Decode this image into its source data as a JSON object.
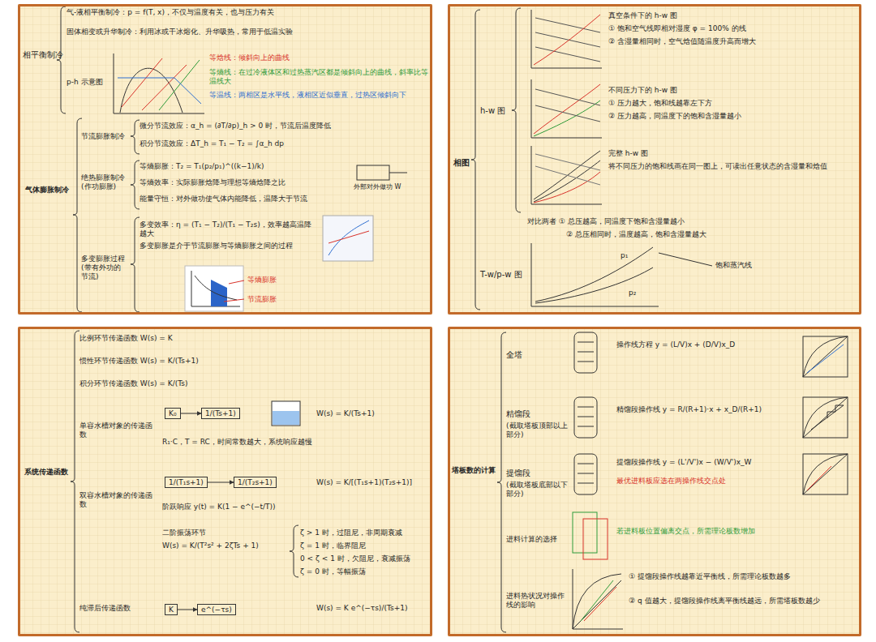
{
  "diagram": {
    "nodes": [
      {
        "text": [
          "气体膨胀制冷"
        ]
      },
      {
        "text": [
          "相图"
        ]
      },
      {
        "text": [
          "系统传递函数"
        ]
      },
      {
        "text": [
          "塔板数的计算"
        ]
      },
      {
        "text": [
          "K₀"
        ],
        "in": 2
      },
      {
        "text": [
          "1/(Ts+1)"
        ],
        "in": 2
      },
      {
        "text": [
          "1/(T₁s+1)"
        ],
        "in": 2
      },
      {
        "text": [
          "1/(T₂s+1)"
        ],
        "in": 2
      },
      {
        "text": [
          "K"
        ],
        "in": 2
      },
      {
        "text": [
          "e^(−τs)"
        ],
        "in": 2
      }
    ],
    "edges": [
      {
        "from": 4,
        "to": 5,
        "arrow": "to"
      },
      {
        "from": 6,
        "to": 7,
        "arrow": "to"
      },
      {
        "from": 8,
        "to": 9,
        "arrow": "to"
      }
    ],
    "labels": [
      "相平衡制冷",
      "气-液相平衡制冷：p = f(T, x)，不仅与温度有关，也与压力有关",
      "固体相变或升华制冷：利用冰或干冰熔化、升华吸热，常用于低温实验",
      "p-h 示意图",
      "等焓线：倾斜向上的曲线",
      "等熵线：在过冷液体区和过热蒸汽区都是倾斜向上的曲线，斜率比等温线大",
      "等温线：两相区是水平线，液相区近似垂直，过热区倾斜向下",
      "节流膨胀制冷",
      "微分节流效应：α_h = (∂T/∂p)_h > 0 时，节流后温度降低",
      "积分节流效应：ΔT_h = T₁ − T₂ = ∫α_h dp",
      "绝热膨胀制冷 (作功膨胀)",
      "等熵膨胀：T₂ = T₁(p₂/p₁)^((k−1)/k)",
      "等熵效率：实际膨胀焓降与理想等熵焓降之比",
      "能量守恒：对外做功使气体内能降低，温降大于节流",
      "外部对外做功 W",
      "多变膨胀过程 (带有外功的节流)",
      "多变效率：η = (T₁ − T₂)/(T₁ − T₂s)，效率越高温降越大",
      "多变膨胀是介于节流膨胀与等熵膨胀之间的过程",
      "等熵膨胀",
      "节流膨胀",
      "h-w 图",
      "T-w/p-w 图",
      "真空条件下的 h-w 图",
      "① 饱和空气线即相对湿度 φ = 100% 的线",
      "② 含湿量相同时，空气焓值随温度升高而增大",
      "不同压力下的 h-w 图",
      "① 压力越大，饱和线越靠左下方",
      "② 压力越高，同温度下的饱和含湿量越小",
      "完整 h-w 图",
      "将不同压力的饱和线画在同一图上，可读出任意状态的含湿量和焓值",
      "对比两者 ① 总压越高，同温度下饱和含湿量越小",
      "② 总压相同时，温度越高，饱和含湿量越大",
      "p₁",
      "p₂",
      "饱和蒸汽线",
      "比例环节传递函数  W(s) = K",
      "惯性环节传递函数  W(s) = K/(Ts+1)",
      "积分环节传递函数  W(s) = K/(Ts)",
      "单容水槽对象的传递函数",
      "W(s) = K/(Ts+1)",
      "R₁·C，T = RC，时间常数越大，系统响应越慢",
      "双容水槽对象的传递函数",
      "W(s) = K/[(T₁s+1)(T₂s+1)]",
      "阶跃响应 y(t) = K(1 − e^(−t/T))",
      "二阶振荡环节",
      "W(s) = K/(T²s² + 2ζTs + 1)",
      "ζ > 1 时，过阻尼，非周期衰减",
      "ζ = 1 时，临界阻尼",
      "0 < ζ < 1 时，欠阻尼，衰减振荡",
      "ζ = 0 时，等幅振荡",
      "纯滞后传递函数",
      "W(s) = K e^(−τs)/(Ts+1)",
      "全塔",
      "操作线方程 y = (L/V)x + (D/V)x_D",
      "精馏段",
      "(截取塔板顶部以上部分)",
      "精馏段操作线 y = R/(R+1)·x + x_D/(R+1)",
      "提馏段",
      "(截取塔板底部以下部分)",
      "提馏段操作线 y = (L'/V')x − (W/V')x_W",
      "最优进料板应选在两操作线交点处",
      "进料计算的选择",
      "若进料板位置偏离交点，所需理论板数增加",
      "进料热状况对操作线的影响",
      "① 提馏段操作线越靠近平衡线，所需理论板数越多",
      "② q 值越大，提馏段操作线离平衡线越远，所需塔板数越少"
    ]
  }
}
